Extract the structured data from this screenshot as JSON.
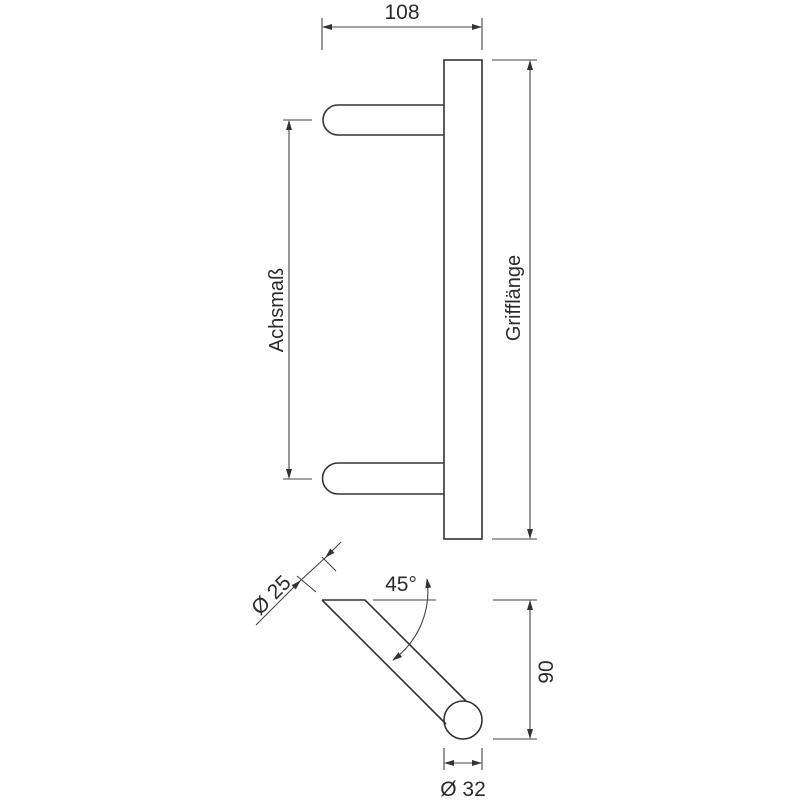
{
  "drawing": {
    "subject": "door pull handle technical drawing",
    "line_color": "#333333",
    "background": "#ffffff",
    "dimensions": {
      "depth": {
        "label": "108"
      },
      "center_distance": {
        "label": "Achsmaß"
      },
      "handle_length": {
        "label": "Grifflänge"
      },
      "standoff_diameter": {
        "label": "Ø 25"
      },
      "angle": {
        "label": "45°"
      },
      "offset_height": {
        "label": "90"
      },
      "grip_diameter": {
        "label": "Ø 32"
      }
    }
  }
}
